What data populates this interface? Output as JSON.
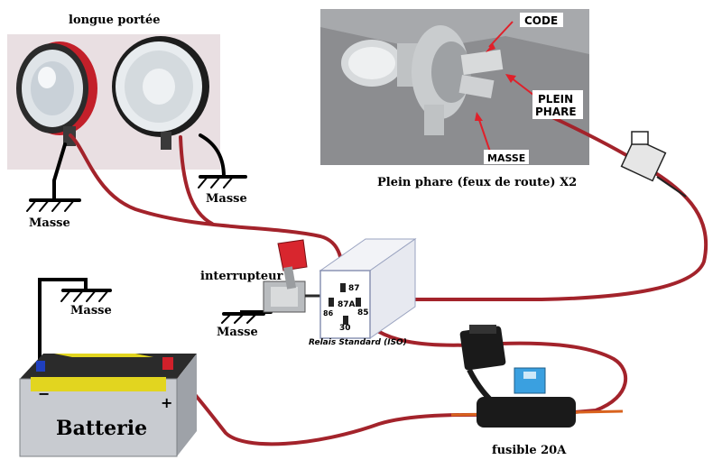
{
  "labels": {
    "longue_portee": "longue portée",
    "masse_left": "Masse",
    "masse_right": "Masse",
    "masse_battery": "Masse",
    "masse_switch": "Masse",
    "code": "CODE",
    "plein_phare_1": "PLEIN",
    "plein_phare_2": "PHARE",
    "masse_bulb": "MASSE",
    "plein_phare_caption": "Plein phare (feux de route) X2",
    "interrupteur": "interrupteur",
    "relais": "Relais Standard (ISO)",
    "pin_87": "87",
    "pin_87a": "87A",
    "pin_85": "85",
    "pin_86": "86",
    "pin_30": "30",
    "batterie": "Batterie",
    "minus": "−",
    "plus": "+",
    "fusible": "fusible 20A"
  },
  "colors": {
    "wire": "#a3232b",
    "ground": "#000000",
    "battery_top": "#2b2b2b",
    "battery_yellow": "#e2d51f",
    "battery_body": "#c8cbd0",
    "fuse_blue": "#3aa0e0",
    "toggle_red": "#d8262e",
    "arrow_red": "#e0202a"
  }
}
